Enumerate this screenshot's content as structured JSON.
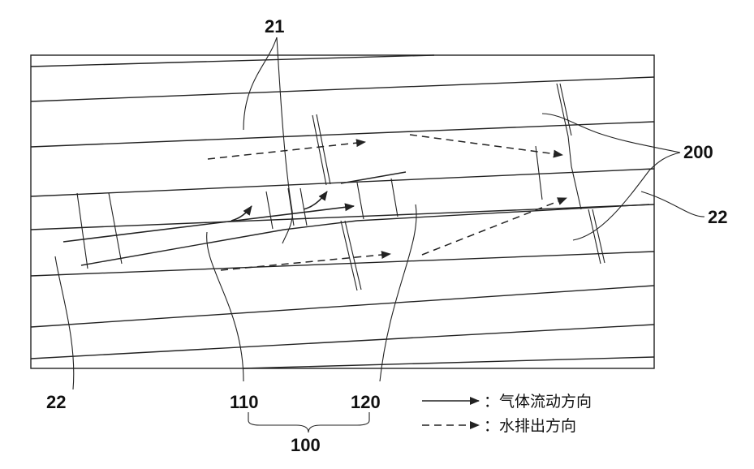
{
  "labels": {
    "ref_21": "21",
    "ref_22_left": "22",
    "ref_22_right": "22",
    "ref_200": "200",
    "ref_110": "110",
    "ref_120": "120",
    "ref_100": "100"
  },
  "legend": {
    "gas_flow": "：气体流动方向",
    "water_discharge": "：水排出方向"
  }
}
